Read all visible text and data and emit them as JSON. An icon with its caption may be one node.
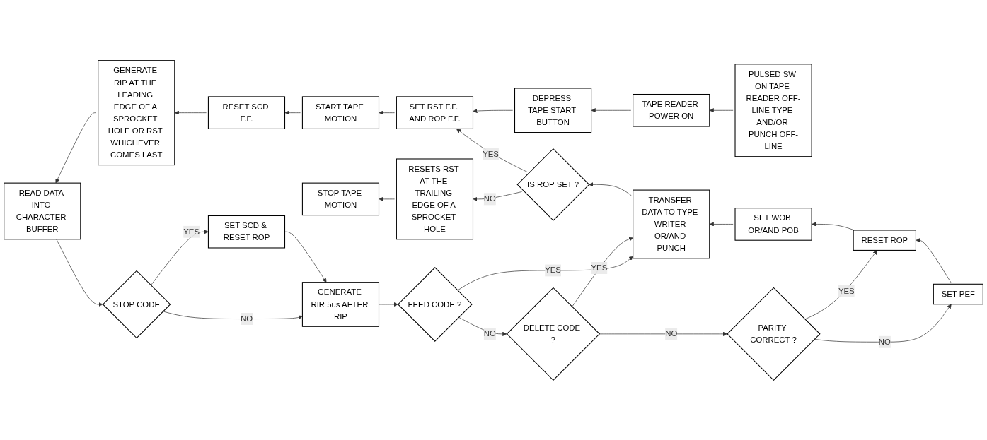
{
  "diagram": {
    "nodes": [
      {
        "text": [
          "PULSED SW ON TAPE READER OFF-LINE TYPE AND/OR PUNCH OFF-LINE"
        ]
      },
      {
        "text": [
          "TAPE READER POWER ON"
        ]
      },
      {
        "text": [
          "DEPRESS TAPE START BUTTON"
        ]
      },
      {
        "text": [
          "SET RST F.F. AND ROP F.F."
        ]
      },
      {
        "text": [
          "START TAPE MOTION"
        ]
      },
      {
        "text": [
          "RESET SCD F.F."
        ]
      },
      {
        "text": [
          "GENERATE RIP AT THE LEADING EDGE OF A SPROCKET HOLE OR RST WHICHEVER COMES LAST"
        ]
      },
      {
        "text": [
          "READ DATA INTO CHARACTER BUFFER"
        ]
      },
      {
        "text": [
          "STOP CODE"
        ]
      },
      {
        "text": [
          "SET SCD & RESET ROP"
        ]
      },
      {
        "text": [
          "GENERATE RIR 5us AFTER RIP"
        ]
      },
      {
        "text": [
          "FEED CODE ?"
        ]
      },
      {
        "text": [
          "DELETE CODE ?"
        ]
      },
      {
        "text": [
          "PARITY CORRECT ?"
        ]
      },
      {
        "text": [
          "STOP TAPE MOTION"
        ]
      },
      {
        "text": [
          "RESETS RST AT THE TRAILING EDGE OF A SPROCKET HOLE"
        ]
      },
      {
        "text": [
          "IS ROP SET ?"
        ]
      },
      {
        "text": [
          "TRANSFER DATA TO TYPE-WRITER OR/AND PUNCH"
        ]
      },
      {
        "text": [
          "SET WOB OR/AND POB"
        ]
      },
      {
        "text": [
          "RESET ROP"
        ]
      },
      {
        "text": [
          "SET PEF"
        ]
      }
    ],
    "edges": [
      {
        "from": 0,
        "to": 1,
        "arrow": "to"
      },
      {
        "from": 1,
        "to": 2,
        "arrow": "to"
      },
      {
        "from": 2,
        "to": 3,
        "arrow": "to"
      },
      {
        "from": 3,
        "to": 4,
        "arrow": "to"
      },
      {
        "from": 4,
        "to": 5,
        "arrow": "to"
      },
      {
        "from": 5,
        "to": 6,
        "arrow": "to"
      },
      {
        "from": 6,
        "to": 7,
        "arrow": "to"
      },
      {
        "from": 7,
        "to": 8,
        "arrow": "to"
      },
      {
        "from": 8,
        "to": 9,
        "arrow": "to",
        "label": "YES"
      },
      {
        "from": 8,
        "to": 10,
        "arrow": "to",
        "label": "NO"
      },
      {
        "from": 9,
        "to": 10,
        "arrow": "to"
      },
      {
        "from": 10,
        "to": 11,
        "arrow": "to"
      },
      {
        "from": 11,
        "to": 12,
        "arrow": "to",
        "label": "NO"
      },
      {
        "from": 12,
        "to": 13,
        "arrow": "to",
        "label": "NO"
      },
      {
        "from": 13,
        "to": 20,
        "arrow": "to",
        "label": "NO"
      },
      {
        "from": 13,
        "to": 19,
        "arrow": "to",
        "label": "YES"
      },
      {
        "from": 20,
        "to": 19,
        "arrow": "to"
      },
      {
        "from": 11,
        "to": 17,
        "arrow": "to",
        "label": "YES"
      },
      {
        "from": 12,
        "to": 17,
        "arrow": "to",
        "label": "YES"
      },
      {
        "from": 19,
        "to": 18,
        "arrow": "to"
      },
      {
        "from": 18,
        "to": 17,
        "arrow": "to"
      },
      {
        "from": 17,
        "to": 16,
        "arrow": "to"
      },
      {
        "from": 16,
        "to": 15,
        "arrow": "to",
        "label": "NO"
      },
      {
        "from": 15,
        "to": 14,
        "arrow": "to"
      },
      {
        "from": 16,
        "to": 3,
        "arrow": "to",
        "label": "YES"
      }
    ]
  }
}
